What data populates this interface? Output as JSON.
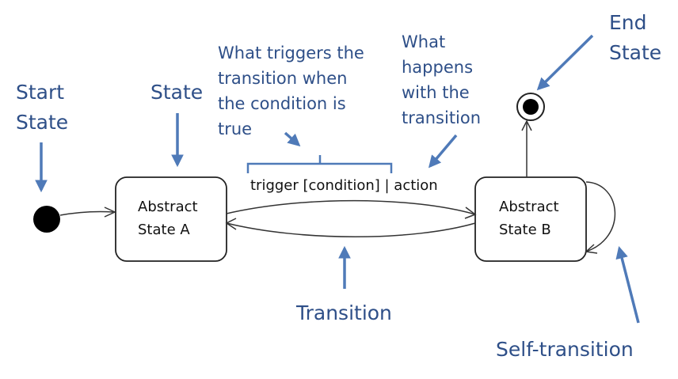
{
  "annotations": {
    "start_state": [
      "Start",
      "State"
    ],
    "state": "State",
    "trigger_note": [
      "What triggers the",
      "transition when",
      "the condition is",
      "true"
    ],
    "action_note": [
      "What",
      "happens",
      "with the",
      "transition"
    ],
    "end_state": [
      "End",
      "State"
    ],
    "transition": "Transition",
    "self_transition": "Self-transition"
  },
  "states": {
    "a": [
      "Abstract",
      "State A"
    ],
    "b": [
      "Abstract",
      "State B"
    ]
  },
  "transition_label": "trigger [condition] | action",
  "colors": {
    "annotation_text": "#2e4f88",
    "annotation_arrow": "#4f7ab8",
    "diagram_line": "#333333"
  }
}
